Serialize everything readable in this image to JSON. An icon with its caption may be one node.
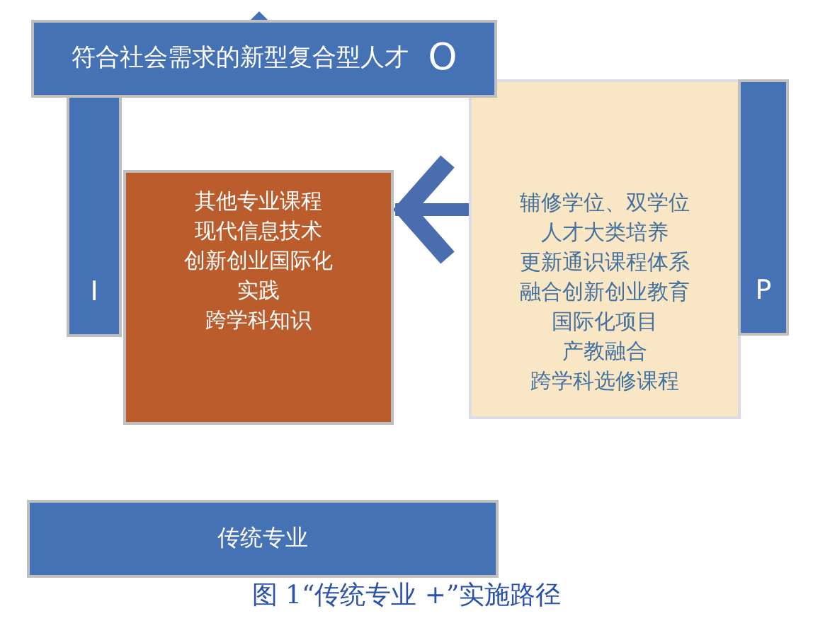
{
  "diagram": {
    "caption": "图 1“传统专业 +”实施路径",
    "nodes": [
      {
        "text": [
          "符合社会需求的新型复合型人才",
          "O"
        ]
      },
      {
        "text": [
          "I"
        ]
      },
      {
        "text": [
          "其他专业课程",
          "现代信息技术",
          "创新创业国际化",
          "实践",
          "跨学科知识"
        ]
      },
      {
        "text": [
          "辅修学位、双学位",
          "人才大类培养",
          "更新通识课程体系",
          "融合创新创业教育",
          "国际化项目",
          "产教融合",
          "跨学科选修课程"
        ]
      },
      {
        "text": [
          "P"
        ]
      },
      {
        "text": [
          "传统专业"
        ]
      }
    ],
    "edges": [
      {
        "from": 3,
        "to": 2,
        "arrow": "to"
      }
    ]
  }
}
